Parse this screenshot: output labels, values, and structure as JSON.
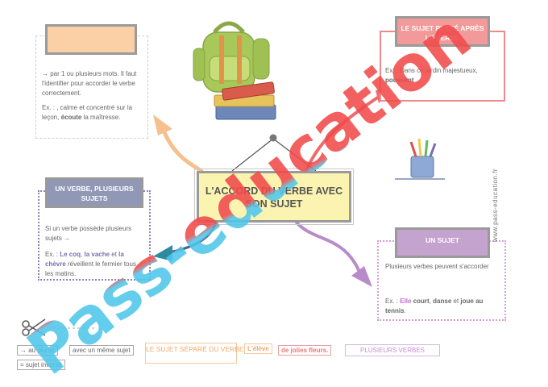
{
  "top_left": {
    "title": "",
    "text1": "→ par 1 ou plusieurs mots. Il faut l'identifier pour accorder le verbe correctement.",
    "text2_a": "Ex. :               , calme et concentré sur la leçon, ",
    "text2_b": "écoute",
    "text2_c": " la maîtresse."
  },
  "top_right": {
    "title": "LE SUJET PLACÉ APRÈS LE VERBE",
    "text_a": "Ex. : Dans ce jardin majestueux, ",
    "text_b": "poussent"
  },
  "center": {
    "title": "L'ACCORD DU VERBE AVEC SON SUJET"
  },
  "left_mid": {
    "title": "UN VERBE, PLUSIEURS SUJETS",
    "text1": "Si un verbe possède plusieurs sujets →",
    "ex_prefix": "Ex. : ",
    "ex_s1": "Le coq",
    "ex_sep1": ", ",
    "ex_s2": "la vache",
    "ex_sep2": " et ",
    "ex_s3": "la chèvre",
    "ex_verb": " réveillent",
    "ex_rest": " le fermier tous les matins."
  },
  "right_bottom": {
    "title": "UN SUJET",
    "text1": "Plusieurs verbes peuvent s'accorder",
    "ex_prefix": "Ex. : ",
    "ex_subject": "Elle",
    "ex_v1": " court",
    "ex_sep1": ", ",
    "ex_v2": "danse",
    "ex_sep2": " et ",
    "ex_v3": "joue",
    "ex_rest": " au tennis",
    "ex_end": "."
  },
  "bottom": {
    "b1": "→ au pluriel",
    "b2": "avec un même sujet",
    "b3": "= sujet inversé",
    "b4": "LE SUJET SÉPARÉ DU VERBE",
    "b5": "L'élève",
    "b6": "de jolies fleurs.",
    "b7": "PLUSIEURS VERBES"
  },
  "side_url": "www.pass-education.fr",
  "watermark": "Pass-education",
  "colors": {
    "orange_title": "#fbd0a6",
    "red_title": "#f2999a",
    "center_title": "#fbf3b0",
    "blue_title": "#9098b6",
    "purple_title": "#c5a3cf",
    "arrow_orange": "#f5c08e",
    "arrow_red": "#ef6b6b",
    "arrow_teal": "#2e8aa0",
    "arrow_purple": "#b98bc8",
    "watermark_blue": "#4fc6ea",
    "watermark_red": "#f04a4a"
  },
  "icons": [
    "backpack-icon",
    "books-icon",
    "pencil-cup-icon",
    "scissors-icon",
    "hanging-nail-icon"
  ]
}
